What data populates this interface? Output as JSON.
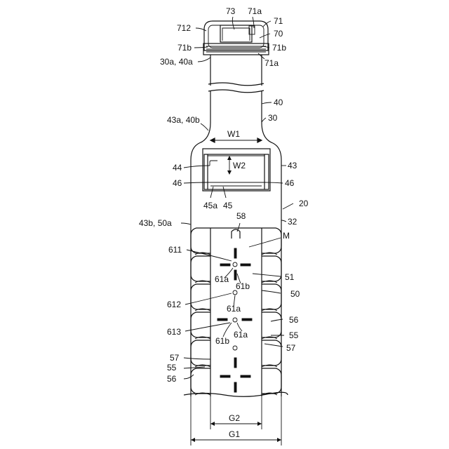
{
  "labels": {
    "l73": "73",
    "l71a_top": "71a",
    "l71": "71",
    "l712": "712",
    "l70": "70",
    "l71b_left": "71b",
    "l71b_right": "71b",
    "l71a_bottom": "71a",
    "l30a40a": "30a, 40a",
    "l40": "40",
    "l30": "30",
    "l43a40b": "43a, 40b",
    "lW1": "W1",
    "l44": "44",
    "lW2": "W2",
    "l43": "43",
    "l46_left": "46",
    "l46_right": "46",
    "l45a": "45a",
    "l45": "45",
    "l20": "20",
    "l58": "58",
    "l43b50a": "43b, 50a",
    "l32": "32",
    "lM": "M",
    "l611": "611",
    "l61a_1": "61a",
    "l61b_1": "61b",
    "l51": "51",
    "l50": "50",
    "l612": "612",
    "l61a_2": "61a",
    "l56_right": "56",
    "l613": "613",
    "l61a_3": "61a",
    "l55_right": "55",
    "l61b_2": "61b",
    "l57_right": "57",
    "l57_left": "57",
    "l55_left": "55",
    "l56_left": "56",
    "lG2": "G2",
    "lG1": "G1"
  }
}
